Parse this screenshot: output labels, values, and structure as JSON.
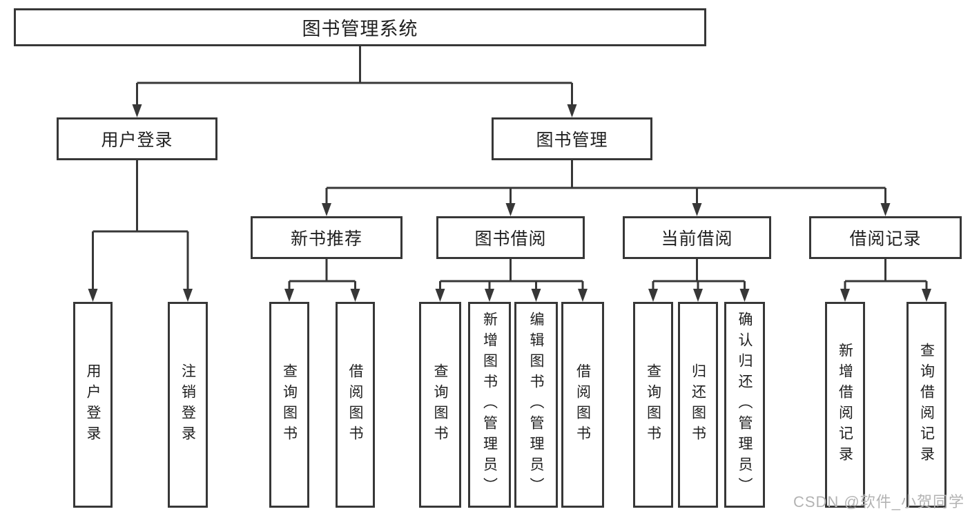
{
  "diagram": {
    "title": "图书管理系统",
    "root": {
      "label": "图书管理系统"
    },
    "level2": [
      {
        "id": "user-login",
        "label": "用户登录"
      },
      {
        "id": "book-management",
        "label": "图书管理"
      }
    ],
    "level3": [
      {
        "id": "new-book-recommend",
        "label": "新书推荐",
        "parent": "图书管理"
      },
      {
        "id": "book-borrowing",
        "label": "图书借阅",
        "parent": "图书管理"
      },
      {
        "id": "current-borrowing",
        "label": "当前借阅",
        "parent": "图书管理"
      },
      {
        "id": "borrowing-records",
        "label": "借阅记录",
        "parent": "图书管理"
      }
    ],
    "leaves": {
      "user_login": [
        {
          "label": "用户登录"
        },
        {
          "label": "注销登录"
        }
      ],
      "new_book": [
        {
          "label": "查询图书"
        },
        {
          "label": "借阅图书"
        }
      ],
      "book_borrow": [
        {
          "label": "查询图书"
        },
        {
          "label": "新增图书（管理员）"
        },
        {
          "label": "编辑图书（管理员）"
        },
        {
          "label": "借阅图书"
        }
      ],
      "current_borrow": [
        {
          "label": "查询图书"
        },
        {
          "label": "归还图书"
        },
        {
          "label": "确认归还（管理员）"
        }
      ],
      "borrow_records": [
        {
          "label": "新增借阅记录"
        },
        {
          "label": "查询借阅记录"
        }
      ]
    }
  },
  "watermark": {
    "text": "CSDN @软件_小贺同学"
  },
  "colors": {
    "line": "#373737",
    "text": "#1f1f1f",
    "watermark": "#b3b3b3",
    "background": "#ffffff"
  }
}
